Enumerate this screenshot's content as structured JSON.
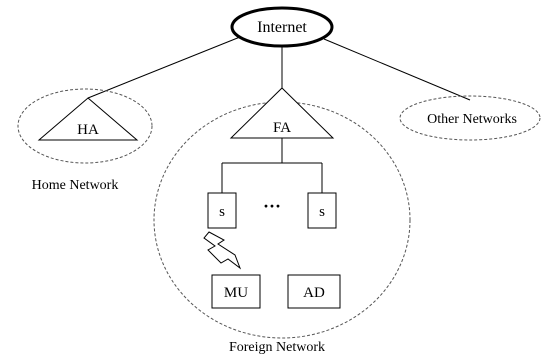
{
  "diagram": {
    "nodes": {
      "internet": "Internet",
      "ha": "HA",
      "fa": "FA",
      "other": "Other Networks",
      "s1": "s",
      "ellipsis": "···",
      "s2": "s",
      "mu": "MU",
      "ad": "AD"
    },
    "labels": {
      "home_network": "Home Network",
      "foreign_network": "Foreign Network"
    }
  }
}
